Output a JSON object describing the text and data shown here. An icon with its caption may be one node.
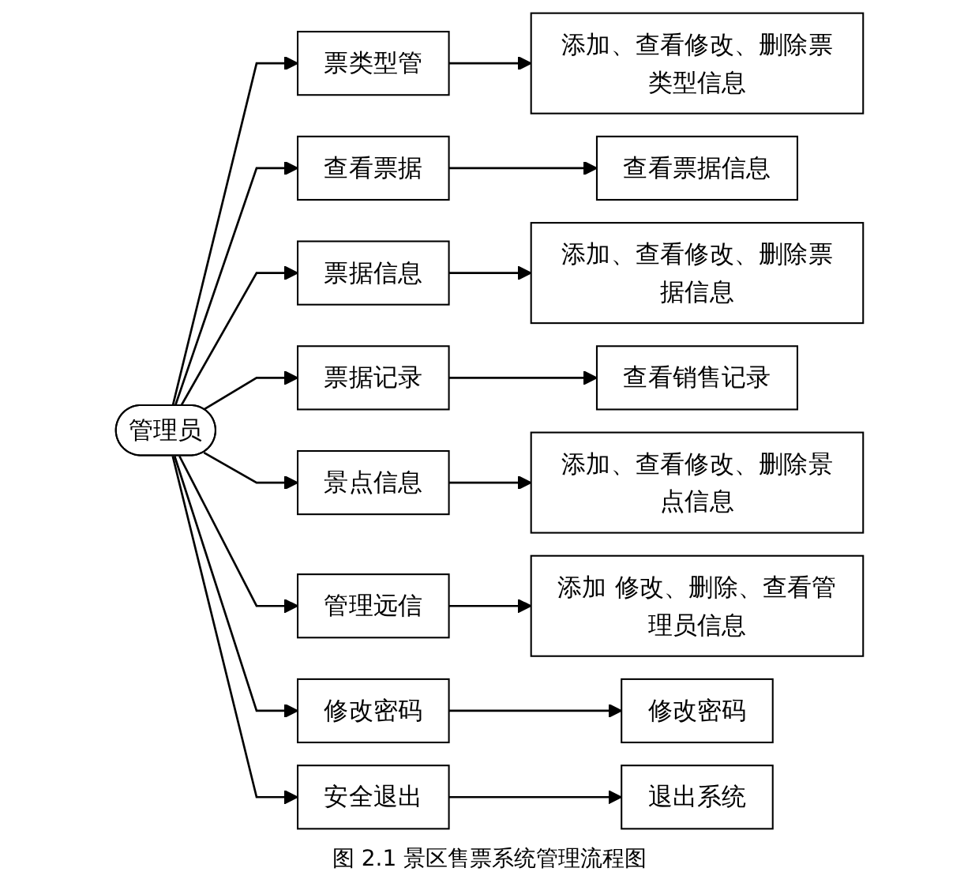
{
  "diagram": {
    "caption": "图 2.1 景区售票系统管理流程图",
    "nodes": [
      {
        "text": [
          "管理员"
        ]
      },
      {
        "text": [
          "票类型管"
        ]
      },
      {
        "text": [
          "添加、查看修改、删除票类型信息"
        ]
      },
      {
        "text": [
          "查看票据"
        ]
      },
      {
        "text": [
          "查看票据信息"
        ]
      },
      {
        "text": [
          "票据信息"
        ]
      },
      {
        "text": [
          "添加、查看修改、删除票据信息"
        ]
      },
      {
        "text": [
          "票据记录"
        ]
      },
      {
        "text": [
          "查看销售记录"
        ]
      },
      {
        "text": [
          "景点信息"
        ]
      },
      {
        "text": [
          "添加、查看修改、删除景点信息"
        ]
      },
      {
        "text": [
          "管理远信"
        ]
      },
      {
        "text": [
          "添加 修改、删除、查看管理员信息"
        ]
      },
      {
        "text": [
          "修改密码"
        ]
      },
      {
        "text": [
          "修改密码"
        ]
      },
      {
        "text": [
          "安全退出"
        ]
      },
      {
        "text": [
          "退出系统"
        ]
      }
    ],
    "edges": [
      {
        "from": 0,
        "to": 1,
        "arrow": "to"
      },
      {
        "from": 1,
        "to": 2,
        "arrow": "to"
      },
      {
        "from": 0,
        "to": 3,
        "arrow": "to"
      },
      {
        "from": 3,
        "to": 4,
        "arrow": "to"
      },
      {
        "from": 0,
        "to": 5,
        "arrow": "to"
      },
      {
        "from": 5,
        "to": 6,
        "arrow": "to"
      },
      {
        "from": 0,
        "to": 7,
        "arrow": "to"
      },
      {
        "from": 7,
        "to": 8,
        "arrow": "to"
      },
      {
        "from": 0,
        "to": 9,
        "arrow": "to"
      },
      {
        "from": 9,
        "to": 10,
        "arrow": "to"
      },
      {
        "from": 0,
        "to": 11,
        "arrow": "to"
      },
      {
        "from": 11,
        "to": 12,
        "arrow": "to"
      },
      {
        "from": 0,
        "to": 13,
        "arrow": "to"
      },
      {
        "from": 13,
        "to": 14,
        "arrow": "to"
      },
      {
        "from": 0,
        "to": 15,
        "arrow": "to"
      },
      {
        "from": 15,
        "to": 16,
        "arrow": "to"
      }
    ]
  }
}
